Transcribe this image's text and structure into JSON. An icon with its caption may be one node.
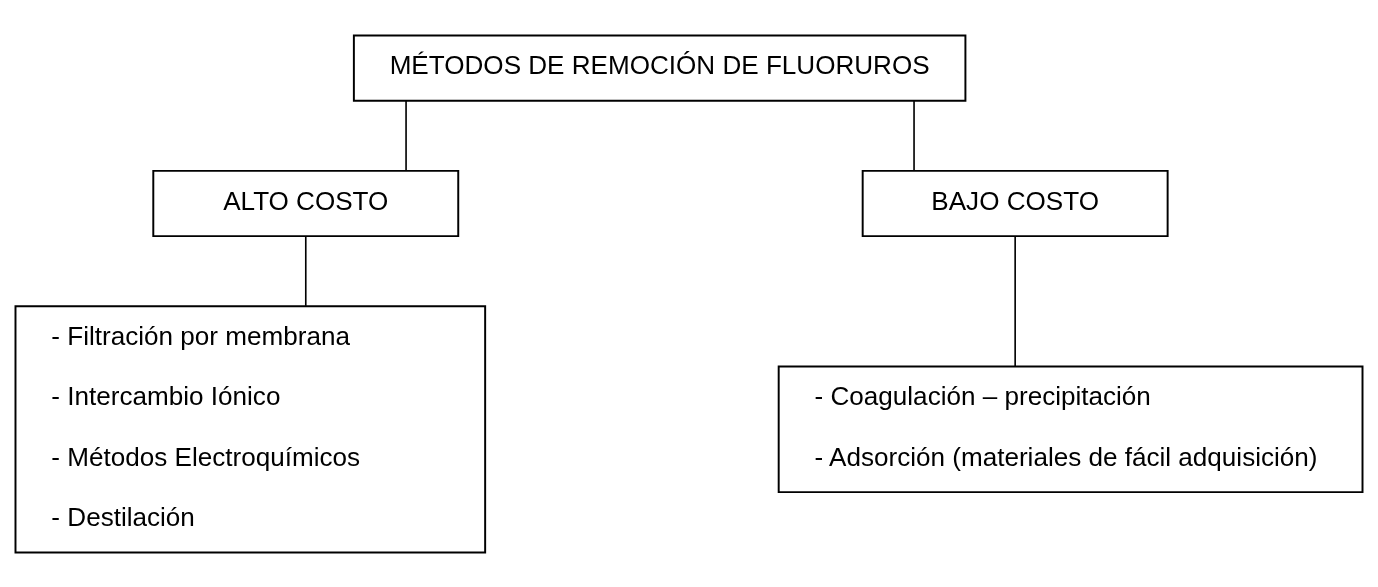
{
  "diagram": {
    "nodes": [
      {
        "text": [
          "MÉTODOS DE REMOCIÓN DE FLUORUROS"
        ]
      },
      {
        "text": [
          "ALTO COSTO"
        ]
      },
      {
        "text": [
          "BAJO COSTO"
        ]
      },
      {
        "text": [
          "- Filtración por membrana",
          "- Intercambio Iónico",
          "- Métodos Electroquímicos",
          "- Destilación"
        ]
      },
      {
        "text": [
          "- Coagulación – precipitación",
          "- Adsorción (materiales de fácil adquisición)"
        ]
      }
    ],
    "edges": [
      {
        "from": 0,
        "to": 1,
        "arrow": "none"
      },
      {
        "from": 0,
        "to": 2,
        "arrow": "none"
      },
      {
        "from": 1,
        "to": 3,
        "arrow": "none"
      },
      {
        "from": 2,
        "to": 4,
        "arrow": "none"
      }
    ]
  }
}
